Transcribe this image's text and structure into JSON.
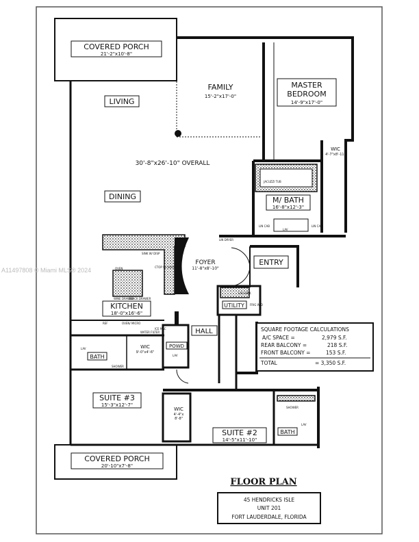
{
  "watermark": "A11497808 © Miami MLS® 2024",
  "rooms": {
    "porch_top": {
      "name": "COVERED PORCH",
      "dim": "21'-2\"x10'-8\""
    },
    "family": {
      "name": "FAMILY",
      "dim": "15'-2\"x17'-0\""
    },
    "master": {
      "name1": "MASTER",
      "name2": "BEDROOM",
      "dim": "14'-9\"x17'-0\""
    },
    "living": {
      "name": "LIVING"
    },
    "overall": {
      "dim": "30'-8\"x26'-10\" OVERALL"
    },
    "dining": {
      "name": "DINING"
    },
    "master_wic": {
      "name": "WIC",
      "dim": "4'-7\"x8'-11\""
    },
    "jacuzzi": {
      "name": "JACUZZI TUB"
    },
    "master_bath": {
      "name": "M/ BATH",
      "dim": "16'-8\"x12'-3\""
    },
    "lin_cab": "LIN CAB",
    "lav": "LAV",
    "sink": "SINK W/ DISP",
    "ctop": "CTOP W/ HOOD",
    "oven": "OVEN",
    "wine": "WINE DRAWER",
    "snack": "SNACK DRAWER",
    "lin_dryer": "LIN DRYER",
    "foyer": {
      "name": "FOYER",
      "dim": "11'-8\"x8'-10\""
    },
    "entry": {
      "name": "ENTRY"
    },
    "kitchen": {
      "name": "KITCHEN",
      "dim": "18'-0\"x16'-6\""
    },
    "lau_sink": "LAU SINK",
    "utility": {
      "name": "UTILITY"
    },
    "frig_wd": "FRIG W/D",
    "ref": "REF",
    "oven_micro": "OVEN/ MICRO",
    "water_filter": "WATER FILTER",
    "ice_mac": "ICE MAC",
    "hall": {
      "name": "HALL"
    },
    "bath3": {
      "name": "BATH"
    },
    "shower": "SHOWER",
    "wic_hall": {
      "name": "WIC",
      "dim": "9'-0\"x4'-6\""
    },
    "powd": {
      "name": "POWD"
    },
    "suite3": {
      "name": "SUITE #3",
      "dim": "15'-3\"x12'-7\""
    },
    "wic2": {
      "name": "WIC",
      "dim1": "4'-4\"x",
      "dim2": "8'-8\""
    },
    "suite2": {
      "name": "SUITE #2",
      "dim": "14'-5\"x11'-10\""
    },
    "bath2": {
      "name": "BATH"
    },
    "porch_bottom": {
      "name": "COVERED PORCH",
      "dim": "20'-10\"x7'-8\""
    }
  },
  "sqft": {
    "title": "SQUARE FOOTAGE CALCULATIONS",
    "rows": [
      {
        "label": "A/C SPACE =",
        "value": "2,979 S.F."
      },
      {
        "label": "REAR BALCONY =",
        "value": "218 S.F."
      },
      {
        "label": "FRONT BALCONY =",
        "value": "153 S.F."
      }
    ],
    "total_label": "TOTAL",
    "total_value": "= 3,350 S.F."
  },
  "title": "FLOOR PLAN",
  "address": {
    "line1": "45 HENDRICKS ISLE",
    "line2": "UNIT 201",
    "line3": "FORT LAUDERDALE, FLORIDA"
  }
}
